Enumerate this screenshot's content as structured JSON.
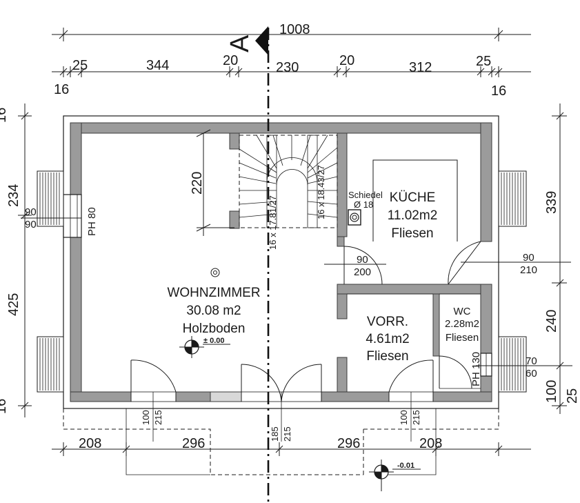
{
  "dimensions": {
    "top_total": "1008",
    "top_segments": [
      "25",
      "344",
      "20",
      "230",
      "20",
      "312",
      "25"
    ],
    "top_small": [
      "16",
      "16"
    ],
    "bottom_segments": [
      "208",
      "296",
      "296",
      "208"
    ],
    "left_segments": [
      "234",
      "425"
    ],
    "left_small": [
      "16",
      "16"
    ],
    "right_segments": [
      "339",
      "240",
      "100"
    ],
    "right_partial": "25",
    "stair_height": "220"
  },
  "section": {
    "label": "A"
  },
  "rooms": [
    {
      "id": "wohnzimmer",
      "name": "WOHNZIMMER",
      "area": "30.08 m2",
      "floor": "Holzboden"
    },
    {
      "id": "kueche",
      "name": "KÜCHE",
      "area": "11.02m2",
      "floor": "Fliesen"
    },
    {
      "id": "vorr",
      "name": "VORR.",
      "area": "4.61m2",
      "floor": "Fliesen"
    },
    {
      "id": "wc",
      "name": "WC",
      "area": "2.28m2",
      "floor": "Fliesen"
    }
  ],
  "openings": {
    "window_left": {
      "top": "90",
      "bottom": "90",
      "ph": "PH 80"
    },
    "door_kitchen": {
      "top": "90",
      "bottom": "200"
    },
    "door_right_ext": {
      "top": "90",
      "bottom": "210"
    },
    "window_right": {
      "top": "70",
      "bottom": "60"
    },
    "wc_ph": "PH 130",
    "bottom_doors": [
      {
        "w": "100",
        "h": "215"
      },
      {
        "w": "185",
        "h": "215"
      },
      {
        "w": "100",
        "h": "215"
      }
    ]
  },
  "stairs": {
    "left_label": "16 x 17.81/27",
    "right_label": "16 x 18.43/27"
  },
  "chimney": {
    "label": "Schiedel",
    "diameter": "Ø 18"
  },
  "levels": {
    "inside": "± 0.00",
    "outside": "-0.01"
  }
}
